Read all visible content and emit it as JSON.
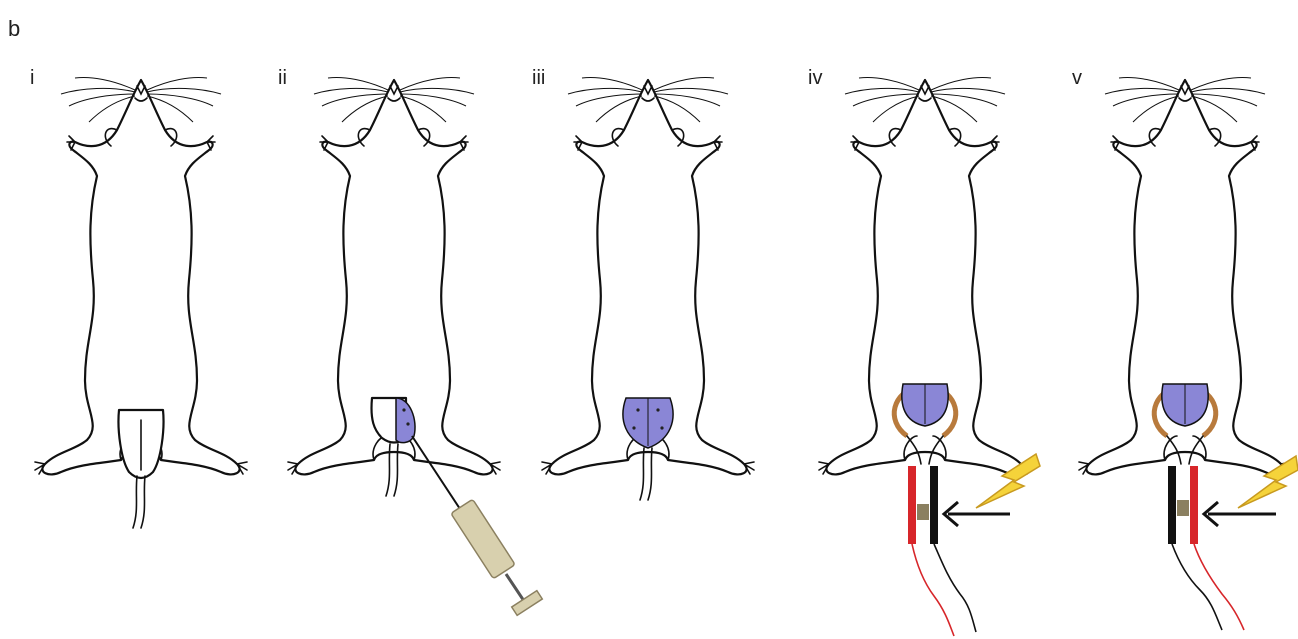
{
  "figure_label": "b",
  "panels": [
    {
      "label": "i",
      "step": "untreated"
    },
    {
      "label": "ii",
      "step": "injection"
    },
    {
      "label": "iii",
      "step": "injected"
    },
    {
      "label": "iv",
      "step": "electroporation"
    },
    {
      "label": "v",
      "step": "electroporation-reversed"
    }
  ],
  "colors": {
    "outline": "#111111",
    "injected_tissue": "#8a86d6",
    "clamp": "#b87a3c",
    "syringe": "#d8d0ae",
    "electrode_red": "#d7262a",
    "electrode_black": "#111111",
    "bolt": "#f5d33a"
  },
  "icons": [
    "mouse-outline",
    "syringe-icon",
    "electrode-pair",
    "lightning-bolt-icon",
    "arrow-icon"
  ]
}
